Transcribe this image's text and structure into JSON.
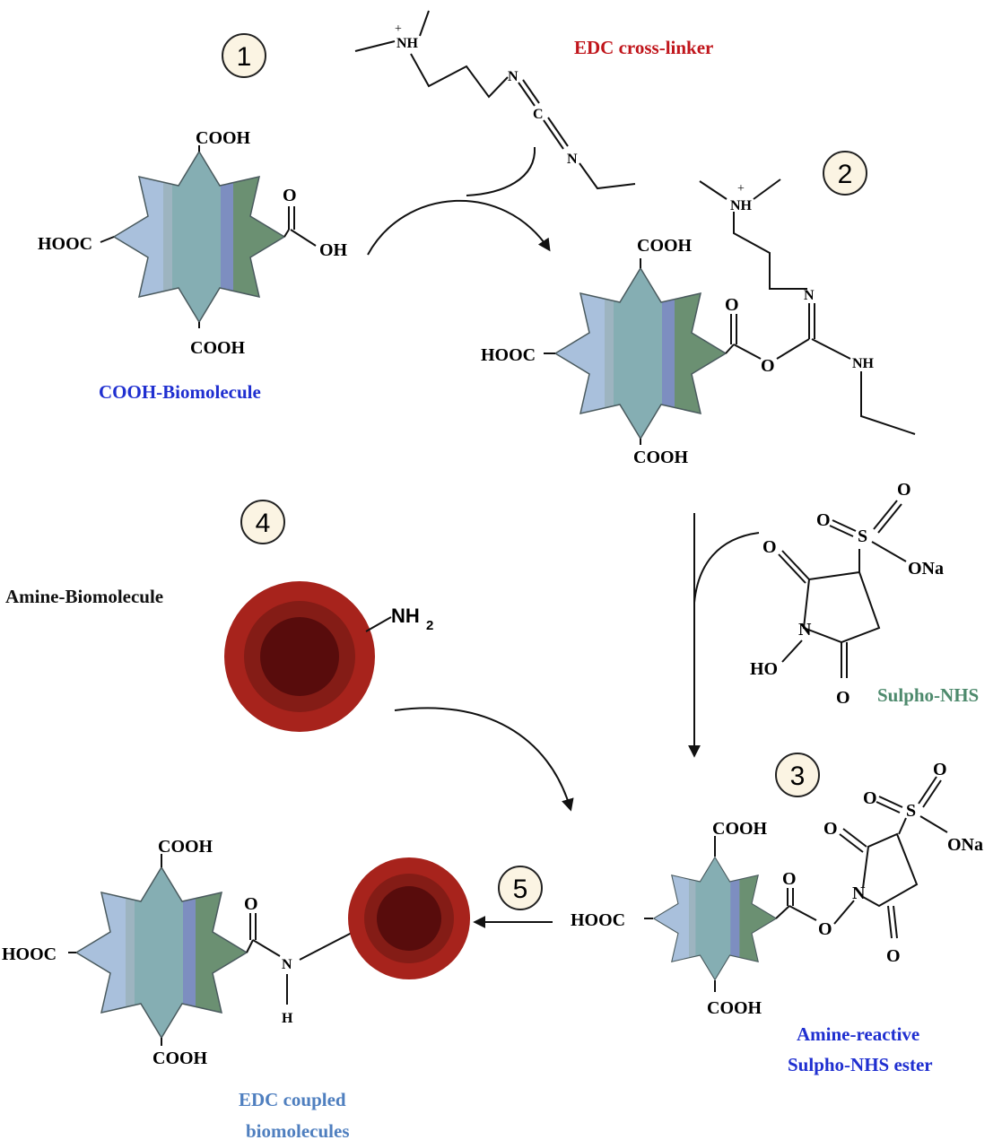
{
  "labels": {
    "edc": "EDC cross-linker",
    "cooh_bio": "COOH-Biomolecule",
    "amine_bio": "Amine-Biomolecule",
    "sulpho_nhs": "Sulpho-NHS",
    "ester_l1": "Amine-reactive",
    "ester_l2": "Sulpho-NHS ester",
    "coupled_l1": "EDC coupled",
    "coupled_l2": "biomolecules"
  },
  "steps": [
    "1",
    "2",
    "3",
    "4",
    "5"
  ],
  "atoms": {
    "cooh": "COOH",
    "hooc": "HOOC",
    "oh": "OH",
    "o": "O",
    "n": "N",
    "c": "C",
    "nh": "NH",
    "nh_plus": "NH",
    "plus": "+",
    "s": "S",
    "ona": "ONa",
    "ho": "HO",
    "h": "H",
    "nh2": "NH",
    "nh2_sub": "2"
  },
  "colors": {
    "edc_label": "#c0151b",
    "cooh_label": "#1f2fd0",
    "sulpho_label": "#4e8a6d",
    "ester_label": "#1f2fd0",
    "coupled_label": "#4f7fbf",
    "star_main": "#85aeb3",
    "star_blue": "#7d8ec0",
    "star_green": "#6b9072",
    "star_light": "#a9c0dc",
    "bead_outer": "#a7231c",
    "bead_mid": "#841c16",
    "bead_inner": "#580c0c",
    "step_circle": "#fbf4e3"
  }
}
